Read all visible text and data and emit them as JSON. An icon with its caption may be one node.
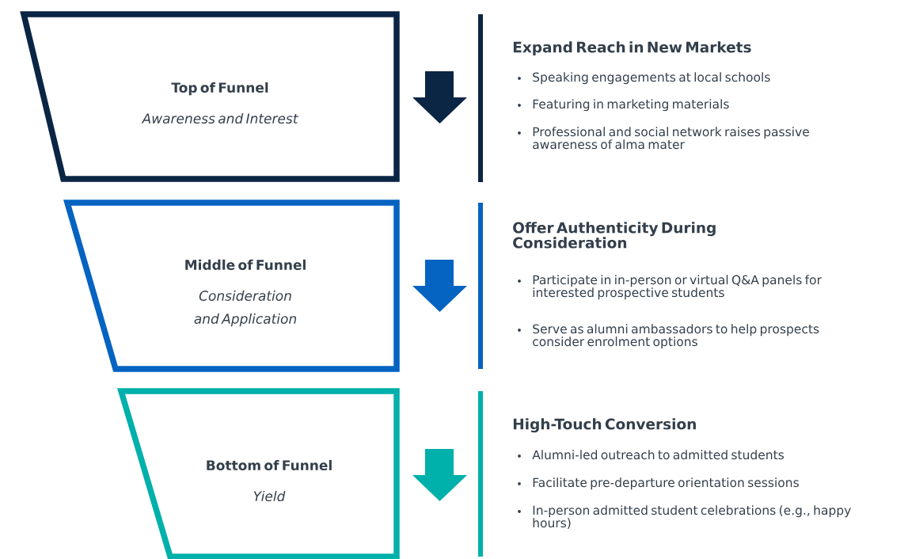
{
  "diagram": {
    "nodes": [
      {
        "text": [
          "Top of Funnel",
          "Awareness and Interest"
        ]
      },
      {
        "text": [
          "Middle of Funnel",
          "Consideration and Application"
        ]
      },
      {
        "text": [
          "Bottom of Funnel",
          "Yield"
        ]
      }
    ],
    "labels": [
      "Expand Reach in New Markets",
      "Speaking engagements at local schools",
      "Featuring in marketing materials",
      "Professional and social network raises passive awareness of alma mater",
      "Offer Authenticity During Consideration",
      "Participate in in-person or virtual Q&A panels for interested prospective students",
      "Serve as alumni ambassadors to help prospects consider enrolment options",
      "High-Touch Conversion",
      "Alumni-led outreach to admitted students",
      "Facilitate pre-departure orientation sessions",
      "In-person admitted student celebrations (e.g., happy hours)"
    ]
  }
}
